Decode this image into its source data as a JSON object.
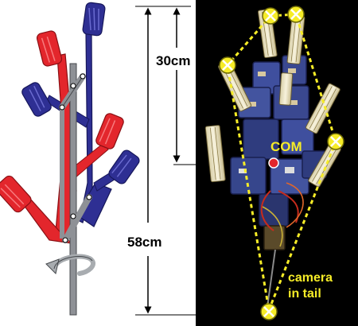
{
  "labels": {
    "dim_upper": "30cm",
    "dim_total": "58cm",
    "com": "COM",
    "camera_line1": "camera",
    "camera_line2": "in tail"
  },
  "colors": {
    "red_arm": "#e3262c",
    "blue_arm": "#2e2f93",
    "gray_linkage": "#8e9196",
    "rotation_arrow": "#a8acb0",
    "annotation_yellow": "#f6ec27",
    "com_marker": "#e3262c",
    "photo_background": "#000000"
  },
  "icons": {
    "rotation": "curved-rotation-arrow-icon",
    "sensor": "circle-x-marker-icon",
    "com": "red-dot-icon"
  }
}
